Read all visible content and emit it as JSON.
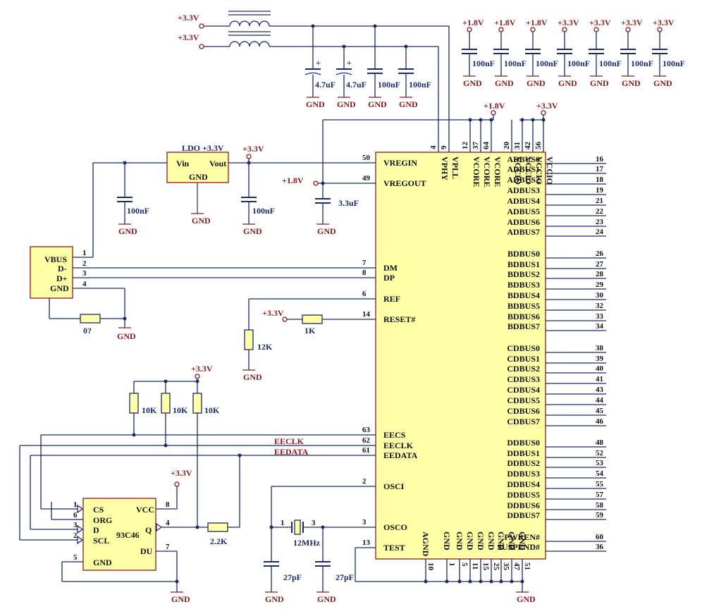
{
  "power": {
    "v33": "+3.3V",
    "v18": "+1.8V",
    "gnd": "GND"
  },
  "values": {
    "c100n": "100nF",
    "c47u": "4.7uF",
    "c33u": "3.3uF",
    "c27p": "27pF",
    "r12k": "12K",
    "r1k": "1K",
    "r10k": "10K",
    "r22k": "2.2K",
    "r0": "0?",
    "xtal": "12MHz"
  },
  "ldo": {
    "title": "LDO +3.3V",
    "vin": "Vin",
    "vout": "Vout",
    "gnd": "GND"
  },
  "usb": {
    "vbus": "VBUS",
    "dm": "D-",
    "dp": "D+",
    "gnd": "GND",
    "pins": [
      "1",
      "2",
      "3",
      "4"
    ]
  },
  "eeprom": {
    "name": "93C46",
    "left": [
      "CS",
      "ORG",
      "D",
      "SCL",
      "GND"
    ],
    "left_nums": [
      "1",
      "6",
      "3",
      "2",
      "5"
    ],
    "vcc": "VCC",
    "q": "Q",
    "du": "DU",
    "right_nums": [
      "8",
      "4",
      "7"
    ]
  },
  "net": {
    "eeclk": "EECLK",
    "eedata": "EEDATA"
  },
  "chip": {
    "left": [
      {
        "name": "VREGIN",
        "num": "50"
      },
      {
        "name": "VREGOUT",
        "num": "49"
      },
      {
        "name": "DM",
        "num": "7"
      },
      {
        "name": "DP",
        "num": "8"
      },
      {
        "name": "REF",
        "num": "6"
      },
      {
        "name": "RESET#",
        "num": "14"
      },
      {
        "name": "EECS",
        "num": "63"
      },
      {
        "name": "EECLK",
        "num": "62"
      },
      {
        "name": "EEDATA",
        "num": "61"
      },
      {
        "name": "OSCI",
        "num": "2"
      },
      {
        "name": "OSCO",
        "num": "3"
      },
      {
        "name": "TEST",
        "num": "13"
      }
    ],
    "top": [
      {
        "name": "VPHY",
        "num": "4"
      },
      {
        "name": "VPLL",
        "num": "9"
      },
      {
        "name": "VCORE",
        "num": "12"
      },
      {
        "name": "VCORE",
        "num": "37"
      },
      {
        "name": "VCORE",
        "num": "64"
      },
      {
        "name": "VCCIO",
        "num": "20"
      },
      {
        "name": "VCCIO",
        "num": "31"
      },
      {
        "name": "VCCIO",
        "num": "42"
      },
      {
        "name": "VCCIO",
        "num": "56"
      }
    ],
    "bottom": [
      {
        "name": "AGND",
        "num": "10"
      },
      {
        "name": "GND",
        "num": "1"
      },
      {
        "name": "GND",
        "num": "5"
      },
      {
        "name": "GND",
        "num": "11"
      },
      {
        "name": "GND",
        "num": "15"
      },
      {
        "name": "GND",
        "num": "25"
      },
      {
        "name": "GND",
        "num": "35"
      },
      {
        "name": "GND",
        "num": "47"
      },
      {
        "name": "GND",
        "num": "51"
      }
    ],
    "right": [
      {
        "name": "ADBUS0",
        "num": "16"
      },
      {
        "name": "ADBUS1",
        "num": "17"
      },
      {
        "name": "ADBUS2",
        "num": "18"
      },
      {
        "name": "ADBUS3",
        "num": "19"
      },
      {
        "name": "ADBUS4",
        "num": "21"
      },
      {
        "name": "ADBUS5",
        "num": "22"
      },
      {
        "name": "ADBUS6",
        "num": "23"
      },
      {
        "name": "ADBUS7",
        "num": "24"
      },
      {
        "name": "BDBUS0",
        "num": "26"
      },
      {
        "name": "BDBUS1",
        "num": "27"
      },
      {
        "name": "BDBUS2",
        "num": "28"
      },
      {
        "name": "BDBUS3",
        "num": "29"
      },
      {
        "name": "BDBUS4",
        "num": "30"
      },
      {
        "name": "BDBUS5",
        "num": "32"
      },
      {
        "name": "BDBUS6",
        "num": "33"
      },
      {
        "name": "BDBUS7",
        "num": "34"
      },
      {
        "name": "CDBUS0",
        "num": "38"
      },
      {
        "name": "CDBUS1",
        "num": "39"
      },
      {
        "name": "CDBUS2",
        "num": "40"
      },
      {
        "name": "CDBUS3",
        "num": "41"
      },
      {
        "name": "CDBUS4",
        "num": "43"
      },
      {
        "name": "CDBUS5",
        "num": "44"
      },
      {
        "name": "CDBUS6",
        "num": "45"
      },
      {
        "name": "CDBUS7",
        "num": "46"
      },
      {
        "name": "DDBUS0",
        "num": "48"
      },
      {
        "name": "DDBUS1",
        "num": "52"
      },
      {
        "name": "DDBUS2",
        "num": "53"
      },
      {
        "name": "DDBUS3",
        "num": "54"
      },
      {
        "name": "DDBUS4",
        "num": "55"
      },
      {
        "name": "DDBUS5",
        "num": "57"
      },
      {
        "name": "DDBUS6",
        "num": "58"
      },
      {
        "name": "DDBUS7",
        "num": "59"
      },
      {
        "name": "PWREN#",
        "num": "60"
      },
      {
        "name": "SUSPEND#",
        "num": "36"
      }
    ]
  }
}
